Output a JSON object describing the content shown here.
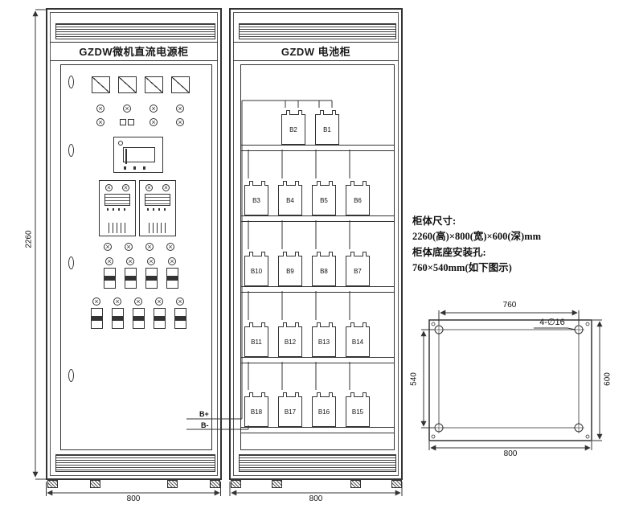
{
  "colors": {
    "line": "#333333",
    "background": "#ffffff"
  },
  "left_cabinet": {
    "title": "GZDW微机直流电源柜",
    "dim_height_mm": "2260",
    "dim_width_mm": "800"
  },
  "right_cabinet": {
    "title": "GZDW 电池柜",
    "dim_width_mm": "800",
    "terminals": {
      "positive": "B+",
      "negative": "B-"
    },
    "rows": [
      {
        "batteries": [
          "B2",
          "B1"
        ]
      },
      {
        "batteries": [
          "B3",
          "B4",
          "B5",
          "B6"
        ]
      },
      {
        "batteries": [
          "B10",
          "B9",
          "B8",
          "B7"
        ]
      },
      {
        "batteries": [
          "B11",
          "B12",
          "B13",
          "B14"
        ]
      },
      {
        "batteries": [
          "B18",
          "B17",
          "B16",
          "B15"
        ]
      }
    ]
  },
  "notes": {
    "size_label": "柜体尺寸:",
    "size_value": "2260(高)×800(宽)×600(深)mm",
    "holes_label": "柜体底座安装孔:",
    "holes_value": "760×540mm(如下图示)"
  },
  "base_diagram": {
    "dim_top": "760",
    "dim_left": "540",
    "dim_right": "600",
    "dim_bottom": "800",
    "holes_note": "4-∅16"
  }
}
